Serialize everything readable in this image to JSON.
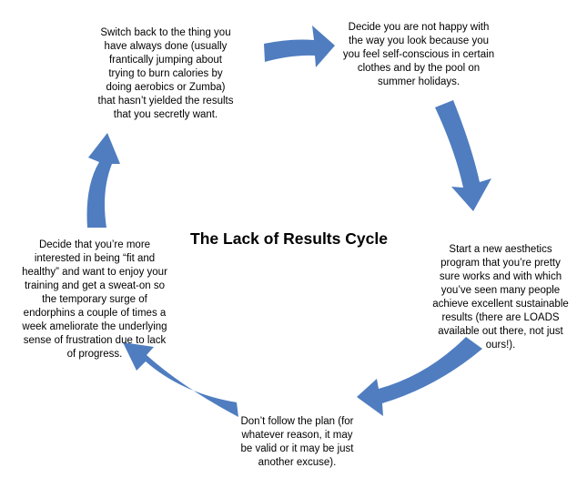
{
  "title": "The Lack of Results Cycle",
  "colors": {
    "arrow": "#4F7DC0",
    "text": "#000000",
    "background": "#FFFFFF"
  },
  "nodes": {
    "top_left": "Switch back to the  thing you\nhave always done (usually\nfrantically jumping about\ntrying to burn calories by\ndoing aerobics or Zumba)\nthat hasn’t yielded the results\nthat you secretly want.",
    "top_right": "Decide you are not happy with\nthe way you look because you\nyou feel self-conscious in certain\nclothes and by the pool on\nsummer holidays.",
    "right": "Start a new aesthetics\nprogram that you’re pretty\nsure works and with which\nyou’ve seen many people\nachieve excellent sustainable\nresults (there are LOADS\navailable out there, not just\nours!).",
    "bottom": "Don’t follow the plan (for\nwhatever reason, it may\nbe valid or it may be just\nanother excuse).",
    "left": "Decide that you’re more\ninterested in being “fit and\nhealthy” and want to enjoy your\ntraining and get a sweat-on so\nthe temporary surge of\nendorphins a couple of times a\nweek ameliorate the underlying\nsense of frustration due to  lack\nof progress."
  }
}
